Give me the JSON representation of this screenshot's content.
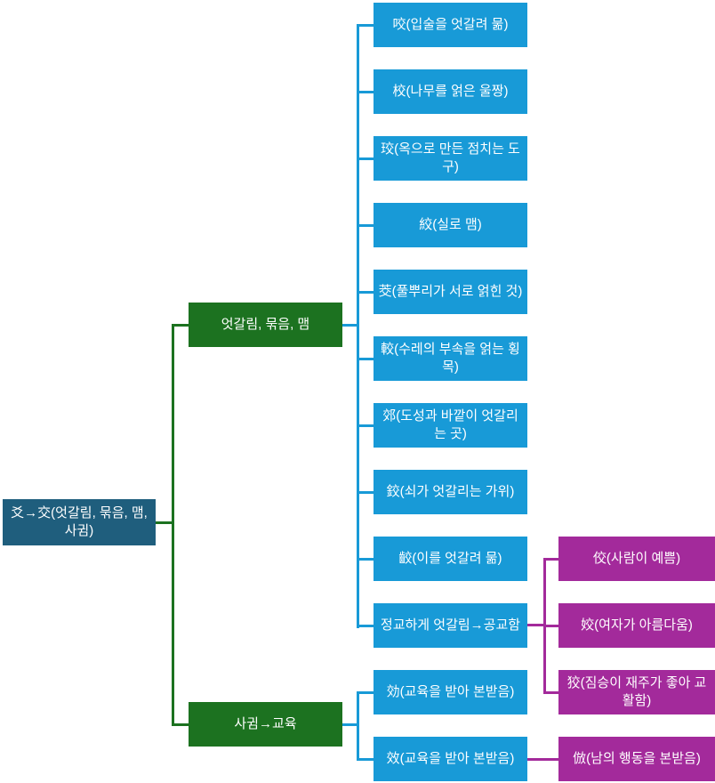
{
  "colors": {
    "root-bg": "#1f5e7d",
    "branch-bg": "#1c7220",
    "leaf-bg": "#189ad7",
    "sub-bg": "#a32a9b",
    "text": "#ffffff",
    "canvas-bg": "#ffffff"
  },
  "diagram": {
    "root": {
      "label": "爻→交(엇갈림, 묶음, 맴, 사귐)"
    },
    "branches": [
      {
        "label": "엇갈림, 묶음, 맴"
      },
      {
        "label": "사귐→교육"
      }
    ],
    "leaves": [
      {
        "label": "咬(입술을 엇갈려 묾)"
      },
      {
        "label": "校(나무를 얽은 울짱)"
      },
      {
        "label": "珓(옥으로 만든 점치는 도구)"
      },
      {
        "label": "絞(실로 맴)"
      },
      {
        "label": "茭(풀뿌리가 서로 얽힌 것)"
      },
      {
        "label": "較(수레의 부속을 얽는 횡목)"
      },
      {
        "label": "郊(도성과 바깥이 엇갈리는 곳)"
      },
      {
        "label": "鉸(쇠가 엇갈리는 가위)"
      },
      {
        "label": "齩(이를 엇갈려 묾)"
      },
      {
        "label": "정교하게 엇갈림→공교함"
      },
      {
        "label": "効(교육을 받아 본받음)"
      },
      {
        "label": "效(교육을 받아 본받음)"
      }
    ],
    "subleaves": [
      {
        "label": "佼(사람이 예쁨)"
      },
      {
        "label": "姣(여자가 아름다움)"
      },
      {
        "label": "狡(짐승이 재주가 좋아 교활함)"
      },
      {
        "label": "倣(남의 행동을 본받음)"
      }
    ]
  }
}
